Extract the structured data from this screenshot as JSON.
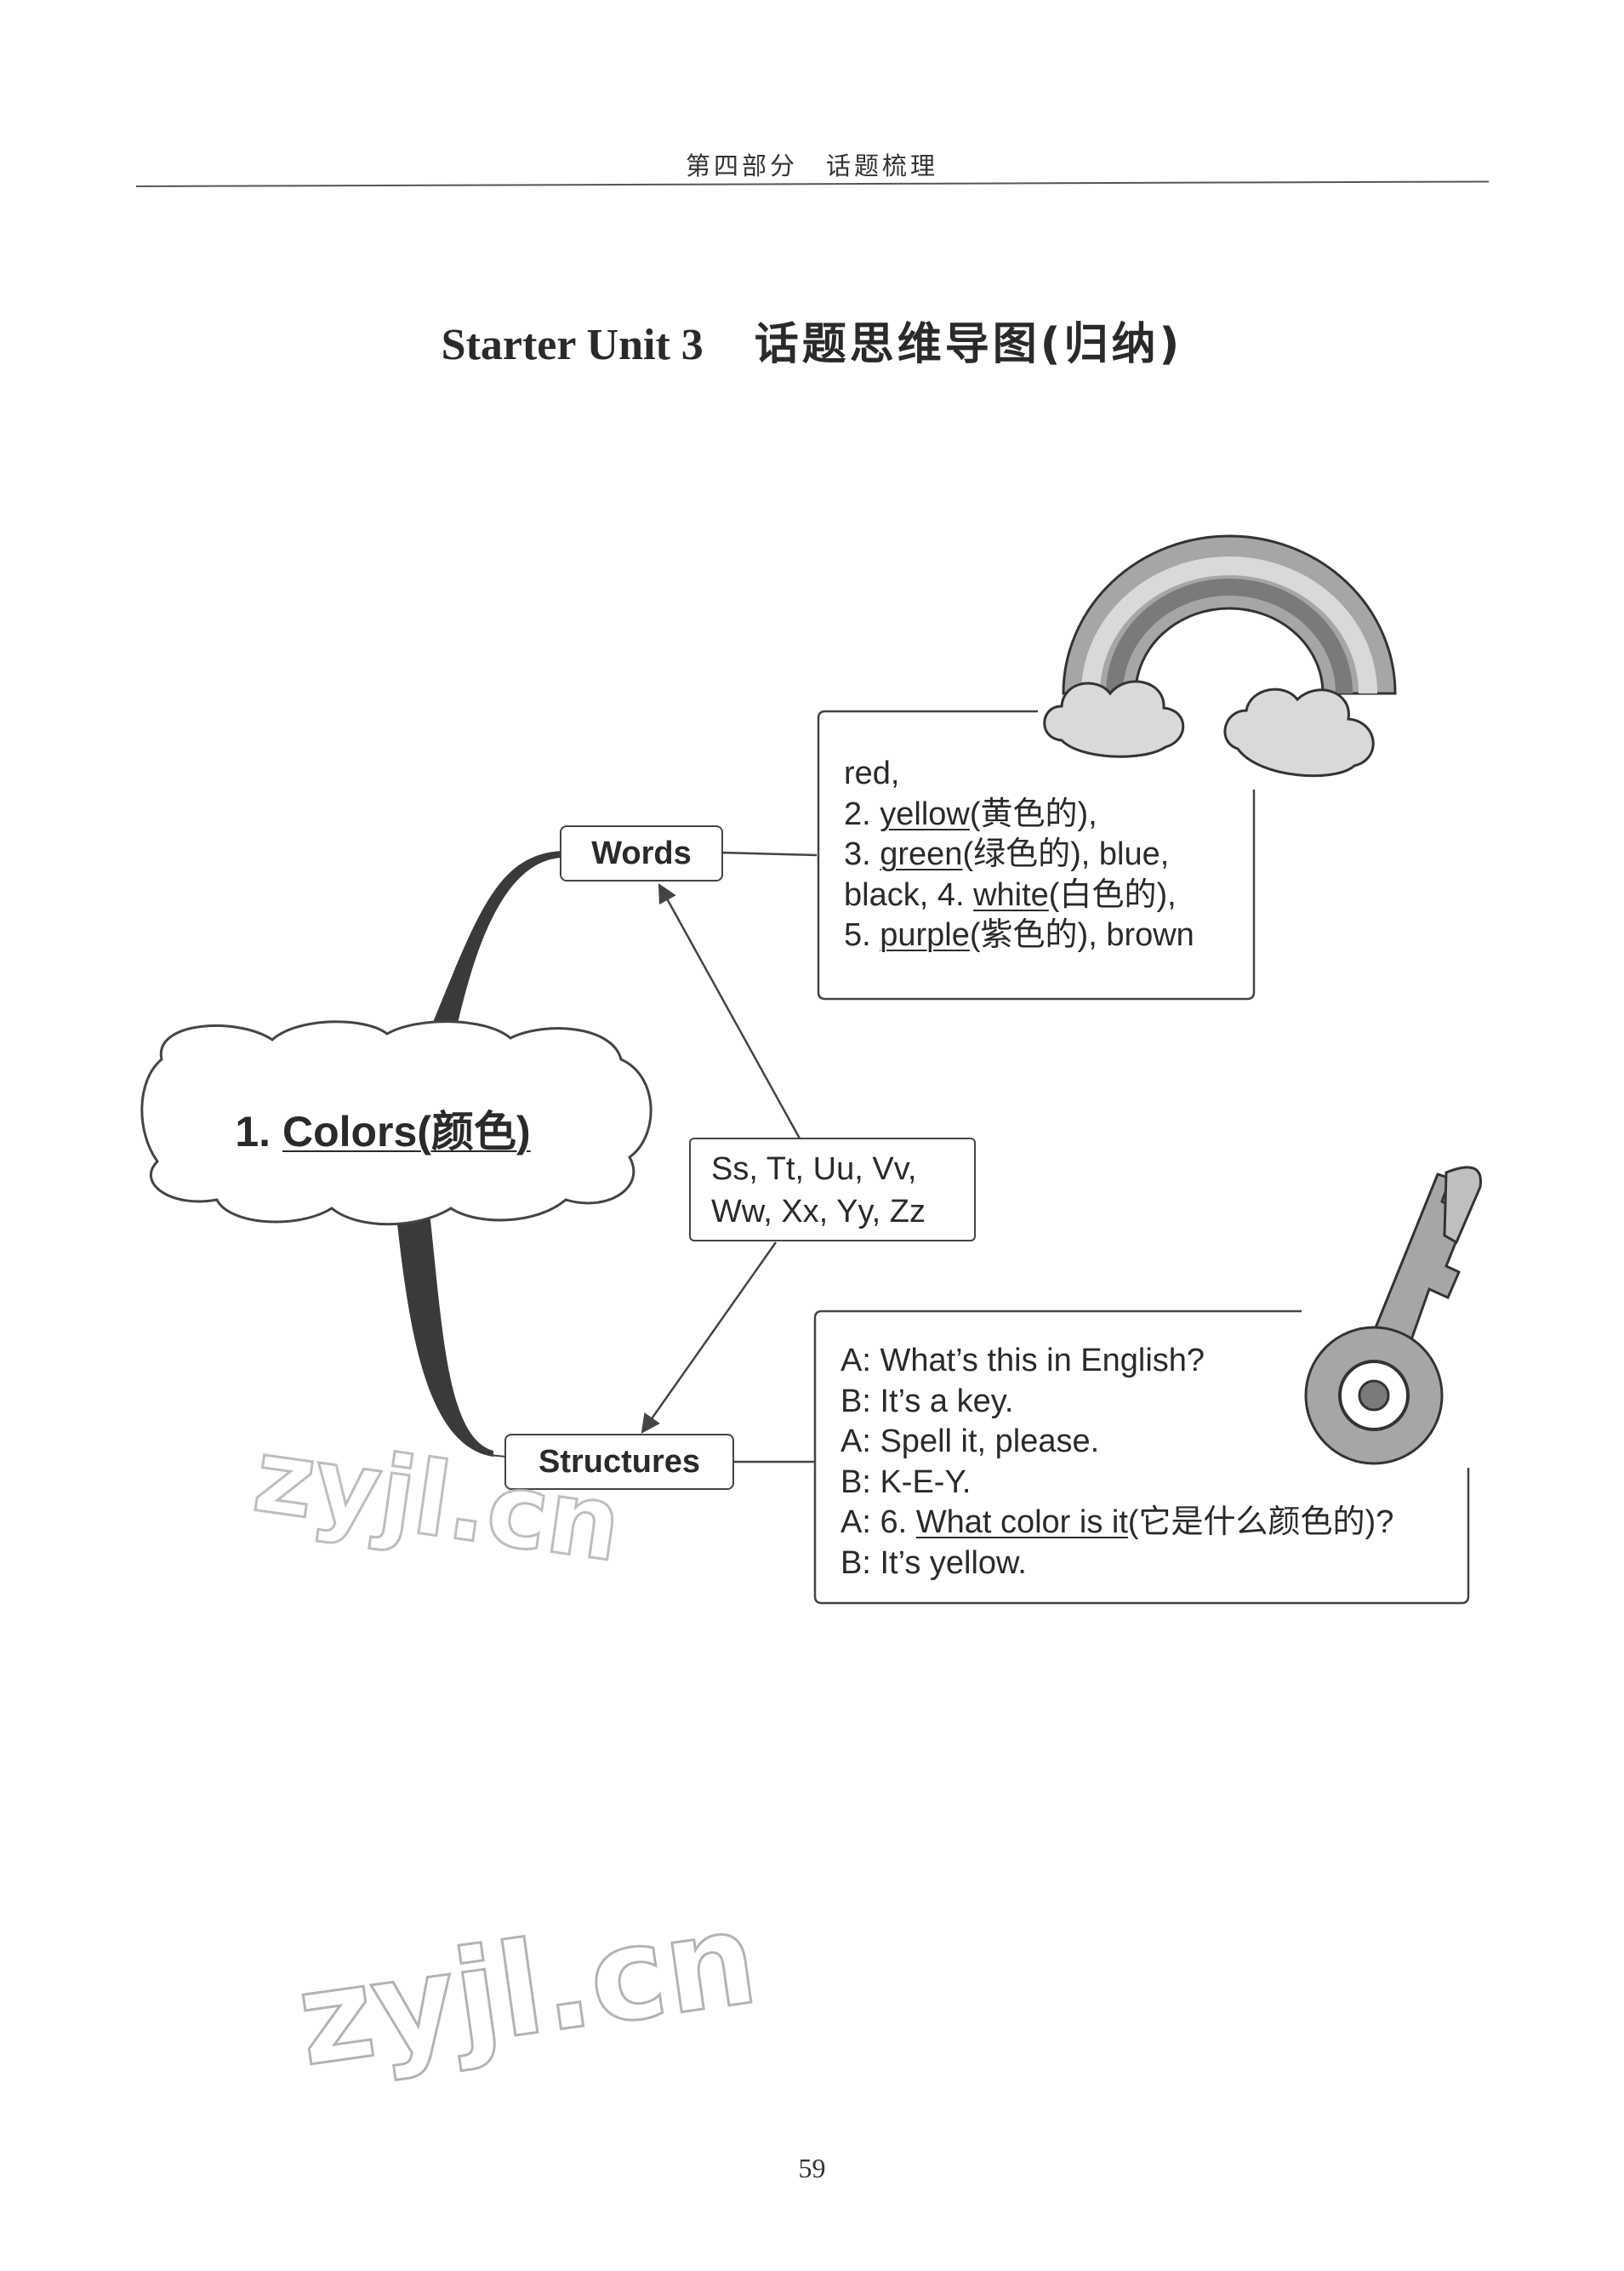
{
  "header": {
    "text": "第四部分　话题梳理"
  },
  "title": {
    "unit": "Starter Unit 3",
    "subtitle": "话题思维导图(归纳)"
  },
  "center": {
    "prefix": "1. ",
    "label": "Colors(颜色)"
  },
  "nodes": {
    "words": "Words",
    "structures": "Structures"
  },
  "letters": {
    "line1": "Ss, Tt, Uu, Vv,",
    "line2": "Ww, Xx, Yy, Zz"
  },
  "words_box": {
    "l1": "red,",
    "l2_pre": "2. ",
    "l2_u": "yellow",
    "l2_post": "(黄色的),",
    "l3_pre": "3. ",
    "l3_u": "green",
    "l3_post": "(绿色的), blue,",
    "l4_pre": "black, 4. ",
    "l4_u": "white",
    "l4_post": "(白色的),",
    "l5_pre": "5. ",
    "l5_u": "purple",
    "l5_post": "(紫色的), brown"
  },
  "structures_box": {
    "l1": "A: What’s this in English?",
    "l2": "B: It’s a key.",
    "l3": "A: Spell it, please.",
    "l4": "B: K-E-Y.",
    "l5_pre": "A: 6. ",
    "l5_u": "What color is it",
    "l5_post": "(它是什么颜色的)?",
    "l6": "B: It’s yellow."
  },
  "watermark": {
    "text": "zyjl.cn"
  },
  "page_number": "59",
  "icons": {
    "rainbow": "rainbow-icon",
    "key": "key-icon"
  },
  "colors": {
    "line": "#444444",
    "gray_dark": "#7a7a7a",
    "gray_mid": "#a6a6a6",
    "gray_light": "#d9d9d9"
  }
}
